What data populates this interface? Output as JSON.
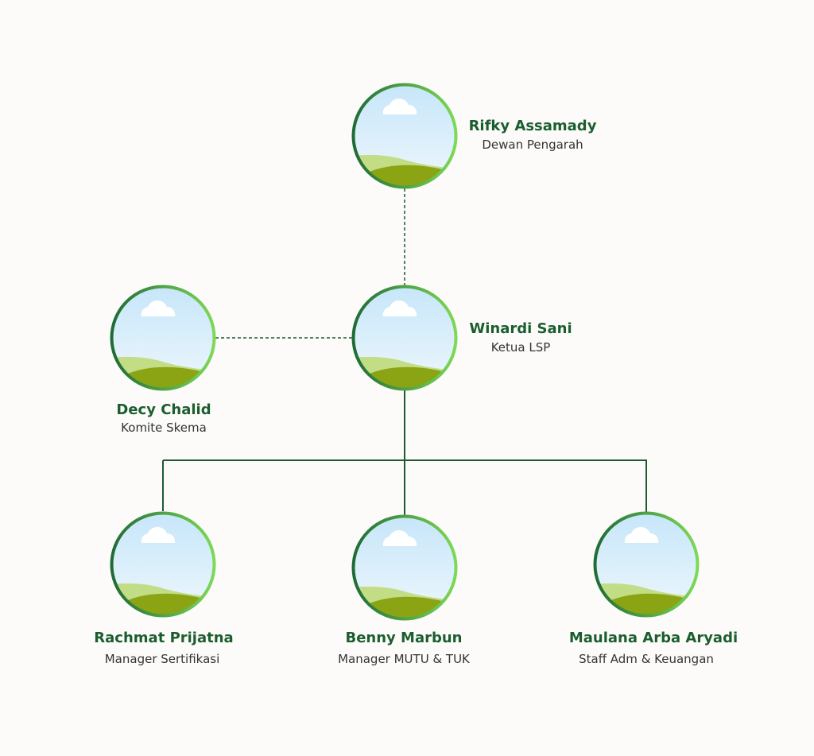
{
  "title": "Struktur Organisasi",
  "members": [
    {
      "name": "Rifky Assamady",
      "role": "Dewan Pengarah"
    },
    {
      "name": "Winardi Sani",
      "role": "Ketua LSP"
    },
    {
      "name": "Decy Chalid",
      "role": "Komite Skema"
    },
    {
      "name": "Rachmat Prijatna",
      "role": "Manager Sertifikasi"
    },
    {
      "name": "Benny Marbun",
      "role": "Manager MUTU & TUK"
    },
    {
      "name": "Maulana Arba Aryadi",
      "role": "Staff Adm & Keuangan"
    }
  ],
  "colors": {
    "name": "#1b5e2e",
    "line": "#1f5a32",
    "ring_dark": "#1f6b35",
    "ring_light": "#7ed957"
  }
}
